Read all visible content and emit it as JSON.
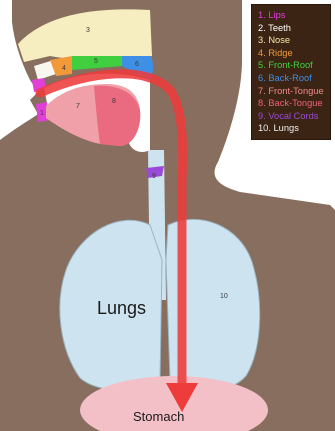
{
  "legend": [
    {
      "text": "1. Lips",
      "color": "#e040d8"
    },
    {
      "text": "2. Teeth",
      "color": "#ffffff"
    },
    {
      "text": "3. Nose",
      "color": "#f6e8a8"
    },
    {
      "text": "4. Ridge",
      "color": "#f29a3a"
    },
    {
      "text": "5. Front-Roof",
      "color": "#3fcf3f"
    },
    {
      "text": "6. Back-Roof",
      "color": "#3f8fe6"
    },
    {
      "text": "7. Front-Tongue",
      "color": "#f08a8a"
    },
    {
      "text": "8. Back-Tongue",
      "color": "#f0607a"
    },
    {
      "text": "9. Vocal Cords",
      "color": "#9a4ad8"
    },
    {
      "text": "10. Lungs",
      "color": "#f0f0f0"
    }
  ],
  "region_numbers": {
    "nose": "3",
    "ridge": "4",
    "front_roof": "5",
    "back_roof": "6",
    "front_tongue": "7",
    "back_tongue": "8",
    "lips": "1",
    "vocal_cords": "9",
    "lungs": "10"
  },
  "labels": {
    "lungs": "Lungs",
    "stomach": "Stomach"
  },
  "colors": {
    "body": "#876e5e",
    "lungs": "#cde4f0",
    "stomach": "#f4c0c8",
    "arrow": "#ee3b3b",
    "legend_bg": "#3c2414"
  }
}
